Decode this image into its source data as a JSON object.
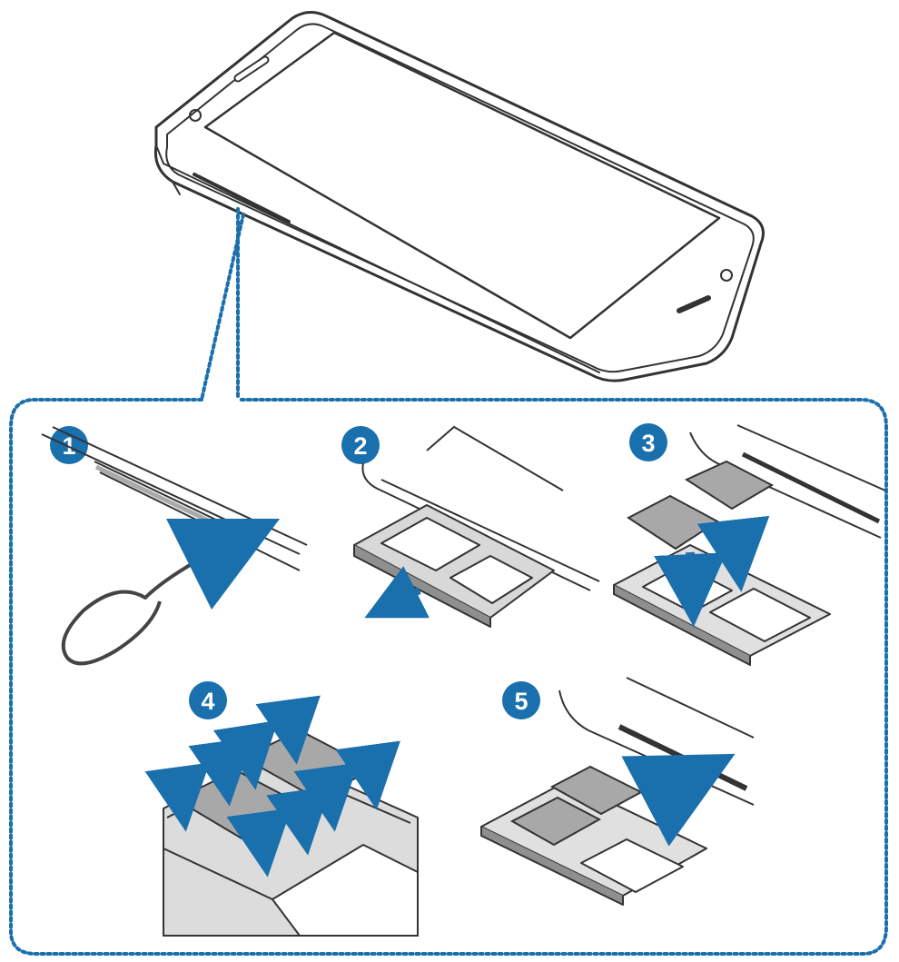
{
  "colors": {
    "accent_blue": "#1a6fad",
    "line": "#3a3a3a",
    "sim_gray": "#a8a8a8",
    "tray_gray": "#9a9a9a",
    "background": "#ffffff"
  },
  "steps": [
    {
      "label": "1",
      "icon": "ejection-pin-icon"
    },
    {
      "label": "2",
      "icon": "pull-out-tray-icon"
    },
    {
      "label": "3",
      "icon": "place-sim-cards-icon"
    },
    {
      "label": "4",
      "icon": "press-sim-cards-icon"
    },
    {
      "label": "5",
      "icon": "insert-tray-icon"
    }
  ]
}
